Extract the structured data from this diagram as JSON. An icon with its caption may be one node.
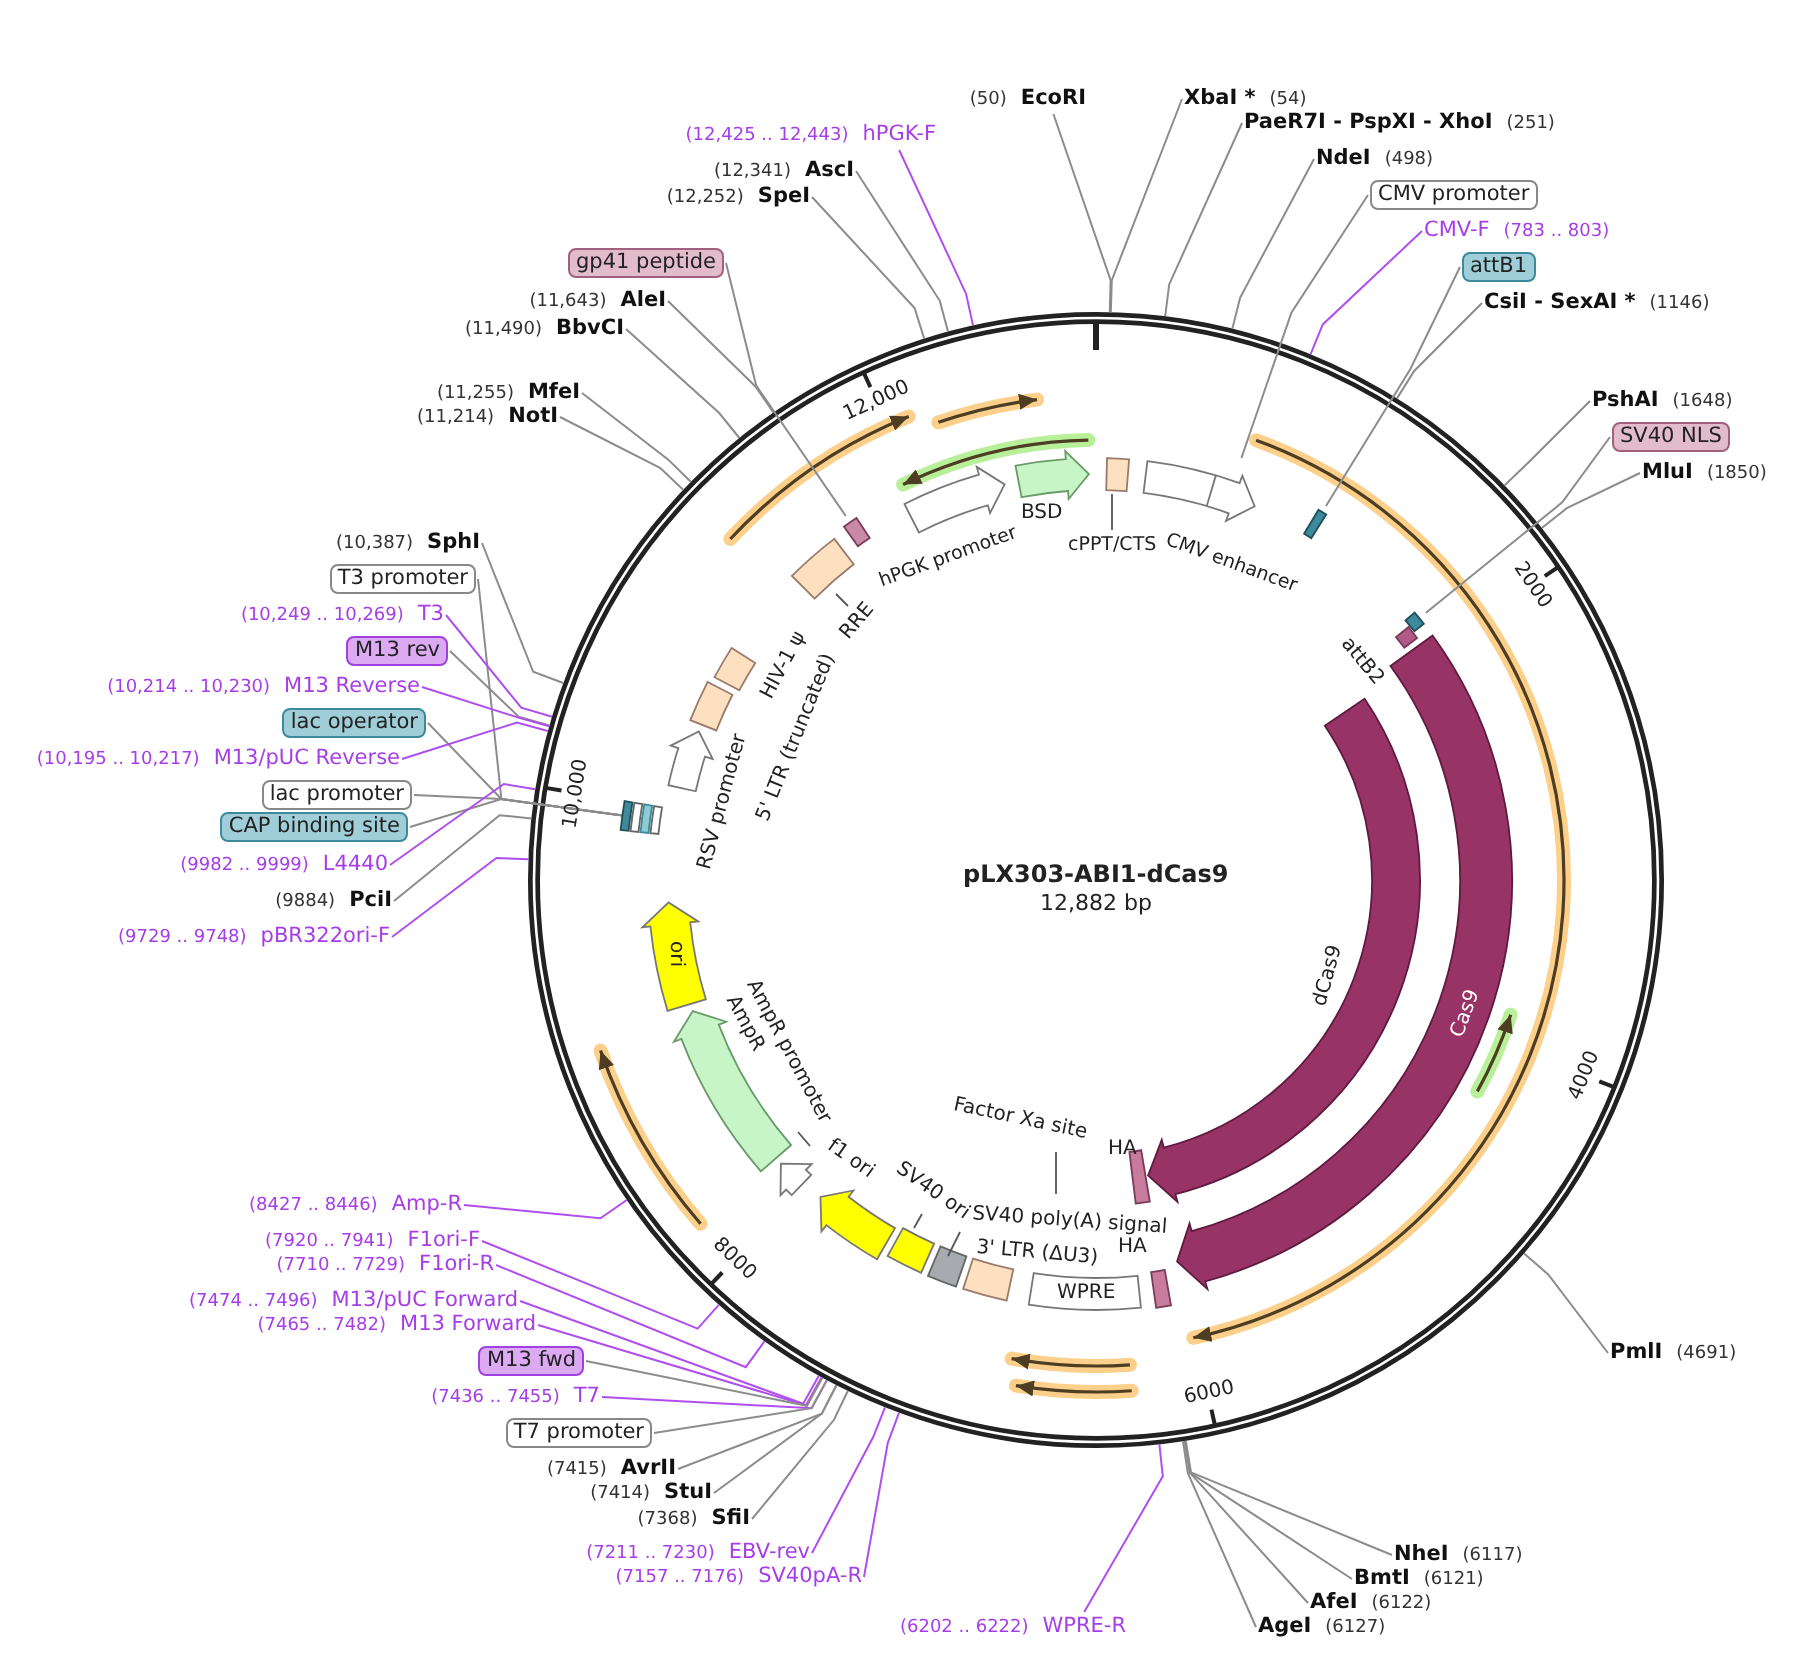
{
  "diagram": {
    "title": "pLX303-ABI1-dCas9",
    "nodes": [
      {
        "text": [
          "hPGK-F"
        ],
        "beside": [
          "(12,425 .. 12,443)"
        ]
      },
      {
        "text": [
          "AscI"
        ],
        "beside": [
          "(12,341)"
        ]
      },
      {
        "text": [
          "SpeI"
        ],
        "beside": [
          "(12,252)"
        ]
      },
      {
        "text": [
          "EcoRI"
        ],
        "beside": [
          "(50)"
        ]
      },
      {
        "text": [
          "XbaI *"
        ],
        "beside": [
          "(54)"
        ]
      },
      {
        "text": [
          "PaeR7I - PspXI - XhoI"
        ],
        "beside": [
          "(251)"
        ]
      },
      {
        "text": [
          "NdeI"
        ],
        "beside": [
          "(498)"
        ]
      },
      {
        "text": [
          "CMV promoter"
        ]
      },
      {
        "text": [
          "CMV-F"
        ],
        "beside": [
          "(783 .. 803)"
        ]
      },
      {
        "text": [
          "attB1"
        ]
      },
      {
        "text": [
          "CsiI - SexAI *"
        ],
        "beside": [
          "(1146)"
        ]
      },
      {
        "text": [
          "gp41 peptide"
        ]
      },
      {
        "text": [
          "AleI"
        ],
        "beside": [
          "(11,643)"
        ]
      },
      {
        "text": [
          "BbvCI"
        ],
        "beside": [
          "(11,490)"
        ]
      },
      {
        "text": [
          "PshAI"
        ],
        "beside": [
          "(1648)"
        ]
      },
      {
        "text": [
          "SV40 NLS"
        ]
      },
      {
        "text": [
          "MluI"
        ],
        "beside": [
          "(1850)"
        ]
      },
      {
        "text": [
          "MfeI"
        ],
        "beside": [
          "(11,255)"
        ]
      },
      {
        "text": [
          "NotI"
        ],
        "beside": [
          "(11,214)"
        ]
      },
      {
        "text": [
          "SphI"
        ],
        "beside": [
          "(10,387)"
        ]
      },
      {
        "text": [
          "T3 promoter"
        ]
      },
      {
        "text": [
          "T3"
        ],
        "beside": [
          "(10,249 .. 10,269)"
        ]
      },
      {
        "text": [
          "M13 rev"
        ]
      },
      {
        "text": [
          "M13 Reverse"
        ],
        "beside": [
          "(10,214 .. 10,230)"
        ]
      },
      {
        "text": [
          "lac operator"
        ]
      },
      {
        "text": [
          "M13/pUC Reverse"
        ],
        "beside": [
          "(10,195 .. 10,217)"
        ]
      },
      {
        "text": [
          "lac promoter"
        ]
      },
      {
        "text": [
          "CAP binding site"
        ]
      },
      {
        "text": [
          "L4440"
        ],
        "beside": [
          "(9982 .. 9999)"
        ]
      },
      {
        "text": [
          "PciI"
        ],
        "beside": [
          "(9884)"
        ]
      },
      {
        "text": [
          "pBR322ori-F"
        ],
        "beside": [
          "(9729 .. 9748)"
        ]
      },
      {
        "text": [
          "Amp-R"
        ],
        "beside": [
          "(8427 .. 8446)"
        ]
      },
      {
        "text": [
          "F1ori-F"
        ],
        "beside": [
          "(7920 .. 7941)"
        ]
      },
      {
        "text": [
          "F1ori-R"
        ],
        "beside": [
          "(7710 .. 7729)"
        ]
      },
      {
        "text": [
          "M13/pUC Forward"
        ],
        "beside": [
          "(7474 .. 7496)"
        ]
      },
      {
        "text": [
          "M13 Forward"
        ],
        "beside": [
          "(7465 .. 7482)"
        ]
      },
      {
        "text": [
          "M13 fwd"
        ]
      },
      {
        "text": [
          "T7"
        ],
        "beside": [
          "(7436 .. 7455)"
        ]
      },
      {
        "text": [
          "T7 promoter"
        ]
      },
      {
        "text": [
          "AvrII"
        ],
        "beside": [
          "(7415)"
        ]
      },
      {
        "text": [
          "StuI"
        ],
        "beside": [
          "(7414)"
        ]
      },
      {
        "text": [
          "SfiI"
        ],
        "beside": [
          "(7368)"
        ]
      },
      {
        "text": [
          "EBV-rev"
        ],
        "beside": [
          "(7211 .. 7230)"
        ]
      },
      {
        "text": [
          "SV40pA-R"
        ],
        "beside": [
          "(7157 .. 7176)"
        ]
      },
      {
        "text": [
          "WPRE-R"
        ],
        "beside": [
          "(6202 .. 6222)"
        ]
      },
      {
        "text": [
          "PmlI"
        ],
        "beside": [
          "(4691)"
        ]
      },
      {
        "text": [
          "NheI"
        ],
        "beside": [
          "(6117)"
        ]
      },
      {
        "text": [
          "BmtI"
        ],
        "beside": [
          "(6121)"
        ]
      },
      {
        "text": [
          "AfeI"
        ],
        "beside": [
          "(6122)"
        ]
      },
      {
        "text": [
          "AgeI"
        ],
        "beside": [
          "(6127)"
        ]
      },
      {
        "text": [
          "hPGK promoter"
        ]
      },
      {
        "text": [
          "BSD"
        ]
      },
      {
        "text": [
          "cPPT/CTS"
        ]
      },
      {
        "text": [
          "CMV enhancer"
        ]
      },
      {
        "text": [
          "attB2"
        ]
      },
      {
        "text": [
          "RRE"
        ]
      },
      {
        "text": [
          "HIV-1 ψ"
        ]
      },
      {
        "text": [
          "5' LTR (truncated)"
        ]
      },
      {
        "text": [
          "RSV promoter"
        ]
      },
      {
        "text": [
          "dCas9"
        ]
      },
      {
        "text": [
          "Cas9"
        ]
      },
      {
        "text": [
          "ori"
        ]
      },
      {
        "text": [
          "AmpR promoter"
        ]
      },
      {
        "text": [
          "AmpR"
        ]
      },
      {
        "text": [
          "Factor Xa site"
        ]
      },
      {
        "text": [
          "HA"
        ]
      },
      {
        "text": [
          "SV40 ori"
        ]
      },
      {
        "text": [
          "f1 ori"
        ]
      },
      {
        "text": [
          "SV40 poly(A) signal"
        ]
      },
      {
        "text": [
          "3' LTR (ΔU3)"
        ]
      },
      {
        "text": [
          "WPRE"
        ]
      },
      {
        "text": [
          "HA"
        ]
      },
      {
        "text": [],
        "shape": "box"
      },
      {
        "text": [],
        "shape": "box"
      },
      {
        "text": [],
        "shape": "box"
      },
      {
        "text": [],
        "shape": "box"
      },
      {
        "text": [],
        "shape": "box"
      },
      {
        "text": [],
        "shape": "box"
      }
    ],
    "edges": [
      {
        "from": 0,
        "to": null,
        "arrow": "none",
        "color": "#b04ff0"
      },
      {
        "from": 1,
        "to": null,
        "arrow": "none"
      },
      {
        "from": 2,
        "to": null,
        "arrow": "none"
      },
      {
        "from": 3,
        "to": null,
        "arrow": "none"
      },
      {
        "from": 4,
        "to": null,
        "arrow": "none"
      },
      {
        "from": 5,
        "to": null,
        "arrow": "none"
      },
      {
        "from": 6,
        "to": null,
        "arrow": "none"
      },
      {
        "from": 7,
        "to": 53,
        "arrow": "none"
      },
      {
        "from": 8,
        "to": null,
        "arrow": "none",
        "color": "#b04ff0"
      },
      {
        "from": 9,
        "to": 73,
        "arrow": "none"
      },
      {
        "from": 10,
        "to": null,
        "arrow": "none"
      },
      {
        "from": 11,
        "to": 72,
        "arrow": "none"
      },
      {
        "from": 12,
        "to": null,
        "arrow": "none"
      },
      {
        "from": 13,
        "to": null,
        "arrow": "none"
      },
      {
        "from": 14,
        "to": null,
        "arrow": "none"
      },
      {
        "from": 15,
        "to": 54,
        "arrow": "none"
      },
      {
        "from": 16,
        "to": null,
        "arrow": "none"
      },
      {
        "from": 17,
        "to": null,
        "arrow": "none"
      },
      {
        "from": 18,
        "to": null,
        "arrow": "none"
      },
      {
        "from": 19,
        "to": null,
        "arrow": "none"
      },
      {
        "from": 20,
        "to": 74,
        "arrow": "none"
      },
      {
        "from": 21,
        "to": null,
        "arrow": "none",
        "color": "#b04ff0"
      },
      {
        "from": 22,
        "to": null,
        "arrow": "none"
      },
      {
        "from": 23,
        "to": null,
        "arrow": "none",
        "color": "#b04ff0"
      },
      {
        "from": 24,
        "to": 75,
        "arrow": "none"
      },
      {
        "from": 25,
        "to": null,
        "arrow": "none",
        "color": "#b04ff0"
      },
      {
        "from": 26,
        "to": 76,
        "arrow": "none"
      },
      {
        "from": 27,
        "to": 77,
        "arrow": "none"
      },
      {
        "from": 28,
        "to": null,
        "arrow": "none",
        "color": "#b04ff0"
      },
      {
        "from": 29,
        "to": null,
        "arrow": "none"
      },
      {
        "from": 30,
        "to": null,
        "arrow": "none",
        "color": "#b04ff0"
      },
      {
        "from": 31,
        "to": null,
        "arrow": "none",
        "color": "#b04ff0"
      },
      {
        "from": 32,
        "to": null,
        "arrow": "none",
        "color": "#b04ff0"
      },
      {
        "from": 33,
        "to": null,
        "arrow": "none",
        "color": "#b04ff0"
      },
      {
        "from": 34,
        "to": null,
        "arrow": "none",
        "color": "#b04ff0"
      },
      {
        "from": 35,
        "to": null,
        "arrow": "none",
        "color": "#b04ff0"
      },
      {
        "from": 36,
        "to": null,
        "arrow": "none"
      },
      {
        "from": 37,
        "to": null,
        "arrow": "none",
        "color": "#b04ff0"
      },
      {
        "from": 38,
        "to": null,
        "arrow": "none"
      },
      {
        "from": 39,
        "to": null,
        "arrow": "none"
      },
      {
        "from": 40,
        "to": null,
        "arrow": "none"
      },
      {
        "from": 41,
        "to": null,
        "arrow": "none"
      },
      {
        "from": 42,
        "to": null,
        "arrow": "none",
        "color": "#b04ff0"
      },
      {
        "from": 43,
        "to": null,
        "arrow": "none",
        "color": "#b04ff0"
      },
      {
        "from": 44,
        "to": null,
        "arrow": "none",
        "color": "#b04ff0"
      },
      {
        "from": 45,
        "to": null,
        "arrow": "none"
      },
      {
        "from": 46,
        "to": null,
        "arrow": "none"
      },
      {
        "from": 47,
        "to": null,
        "arrow": "none"
      },
      {
        "from": 48,
        "to": null,
        "arrow": "none"
      },
      {
        "from": 49,
        "to": null,
        "arrow": "none"
      }
    ],
    "labels": [
      "12,882 bp",
      "2000",
      "4000",
      "6000",
      "8000",
      "10,000",
      "12,000"
    ]
  }
}
